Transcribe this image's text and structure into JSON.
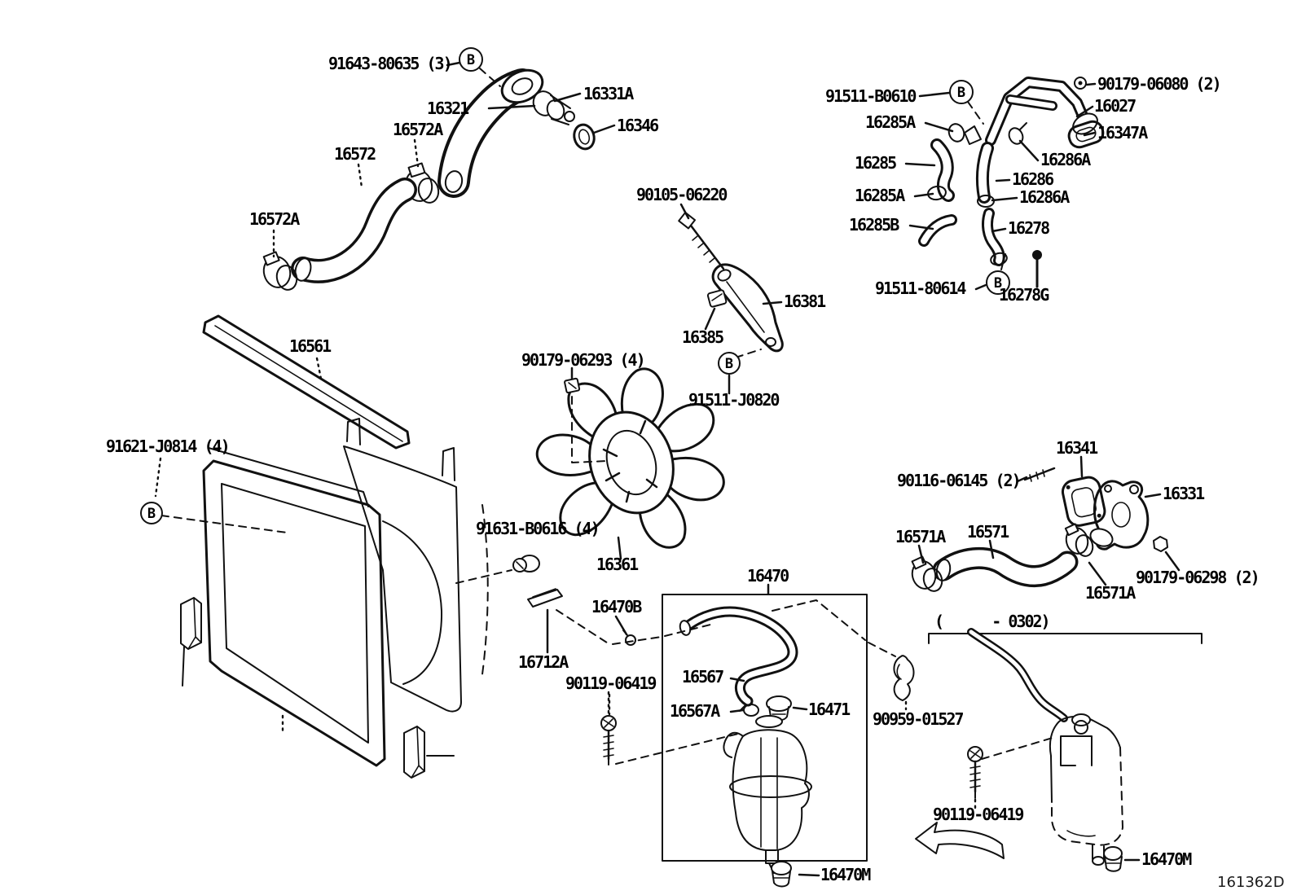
{
  "figure": {
    "code": "161362D"
  },
  "colors": {
    "ink": "#111111",
    "background": "#ffffff"
  },
  "callout_letter": "B",
  "labels": [
    {
      "id": "91643-80635-3",
      "text": "91643-80635 (3)"
    },
    {
      "id": "16321",
      "text": "16321"
    },
    {
      "id": "16331A-top",
      "text": "16331A"
    },
    {
      "id": "16346",
      "text": "16346"
    },
    {
      "id": "16572A-top",
      "text": "16572A"
    },
    {
      "id": "16572",
      "text": "16572"
    },
    {
      "id": "16572A-left",
      "text": "16572A"
    },
    {
      "id": "90105-06220",
      "text": "90105-06220"
    },
    {
      "id": "91511-B0610",
      "text": "91511-B0610"
    },
    {
      "id": "90179-06080-2",
      "text": "90179-06080 (2)"
    },
    {
      "id": "16027",
      "text": "16027"
    },
    {
      "id": "16285A-1",
      "text": "16285A"
    },
    {
      "id": "16347A",
      "text": "16347A"
    },
    {
      "id": "16285",
      "text": "16285"
    },
    {
      "id": "16286A-1",
      "text": "16286A"
    },
    {
      "id": "16286",
      "text": "16286"
    },
    {
      "id": "16285A-2",
      "text": "16285A"
    },
    {
      "id": "16286A-2",
      "text": "16286A"
    },
    {
      "id": "16285B",
      "text": "16285B"
    },
    {
      "id": "16278",
      "text": "16278"
    },
    {
      "id": "91511-80614",
      "text": "91511-80614"
    },
    {
      "id": "16278G",
      "text": "16278G"
    },
    {
      "id": "16381",
      "text": "16381"
    },
    {
      "id": "16385",
      "text": "16385"
    },
    {
      "id": "91511-J0820",
      "text": "91511-J0820"
    },
    {
      "id": "90179-06293-4",
      "text": "90179-06293 (4)"
    },
    {
      "id": "16561",
      "text": "16561"
    },
    {
      "id": "91621-J0814-4",
      "text": "91621-J0814 (4)"
    },
    {
      "id": "91631-B0616-4",
      "text": "91631-B0616 (4)"
    },
    {
      "id": "16361",
      "text": "16361"
    },
    {
      "id": "16470",
      "text": "16470"
    },
    {
      "id": "16470B",
      "text": "16470B"
    },
    {
      "id": "16712A",
      "text": "16712A"
    },
    {
      "id": "90119-06419-1",
      "text": "90119-06419"
    },
    {
      "id": "16567",
      "text": "16567"
    },
    {
      "id": "16567A",
      "text": "16567A"
    },
    {
      "id": "16471",
      "text": "16471"
    },
    {
      "id": "16470M-1",
      "text": "16470M"
    },
    {
      "id": "16341",
      "text": "16341"
    },
    {
      "id": "90116-06145-2",
      "text": "90116-06145 (2)"
    },
    {
      "id": "16331",
      "text": "16331"
    },
    {
      "id": "16571A-left",
      "text": "16571A"
    },
    {
      "id": "16571",
      "text": "16571"
    },
    {
      "id": "16571A-right",
      "text": "16571A"
    },
    {
      "id": "90179-06298-2",
      "text": "90179-06298 (2)"
    },
    {
      "id": "applicability",
      "text": "(      - 0302)"
    },
    {
      "id": "90959-01527",
      "text": "90959-01527"
    },
    {
      "id": "90119-06419-2",
      "text": "90119-06419"
    },
    {
      "id": "16470M-2",
      "text": "16470M"
    }
  ]
}
